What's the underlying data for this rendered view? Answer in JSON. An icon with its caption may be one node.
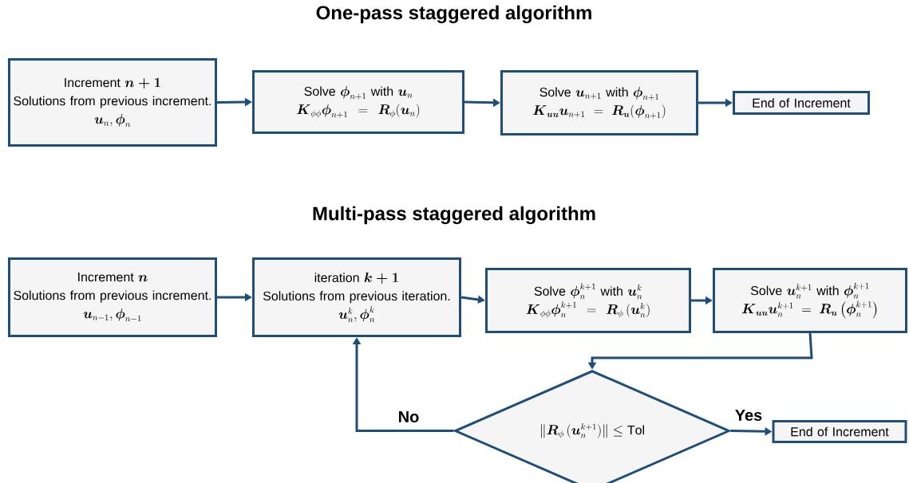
{
  "diagram": {
    "title": "One-pass staggered algorithm",
    "nodes": [
      {
        "text": [
          "\\text{Increment }\\boldsymbol{n+1}",
          "Solutions from previous increment.",
          "\\boldsymbol{u}_n, \\boldsymbol{\\phi}_n"
        ]
      },
      {
        "text": [
          "\\text{Solve }\\boldsymbol{\\phi}_{n+1}\\text{ with }\\boldsymbol{u}_n",
          "\\boldsymbol{K}_{\\phi\\phi}\\boldsymbol{\\phi}_{n+1}=\\boldsymbol{R}_{\\phi}(\\boldsymbol{u}_n)"
        ]
      },
      {
        "text": [
          "\\text{Solve }\\boldsymbol{u}_{n+1}\\text{ with }\\boldsymbol{\\phi}_{n+1}",
          "\\boldsymbol{K}_{\\boldsymbol{uu}}\\boldsymbol{u}_{n+1}=\\boldsymbol{R}_{\\boldsymbol{u}}(\\boldsymbol{\\phi}_{n+1})"
        ]
      },
      {
        "text": [
          "End of Increment"
        ]
      },
      {
        "text": [
          "\\text{Increment }\\boldsymbol{n}",
          "Solutions from previous increment.",
          "\\boldsymbol{u}_{n-1}, \\boldsymbol{\\phi}_{n-1}"
        ]
      },
      {
        "text": [
          "\\text{iteration }\\boldsymbol{k+1}",
          "Solutions from previous iteration.",
          "\\boldsymbol{u}_n^k, \\boldsymbol{\\phi}_n^k"
        ]
      },
      {
        "text": [
          "\\text{Solve }\\boldsymbol{\\phi}_n^{k+1}\\text{ with }\\boldsymbol{u}_n^k",
          "\\boldsymbol{K}_{\\phi\\phi}\\boldsymbol{\\phi}_n^{k+1}=\\boldsymbol{R}_{\\phi}\\left(\\boldsymbol{u}_n^k\\right)"
        ]
      },
      {
        "text": [
          "\\text{Solve }\\boldsymbol{u}_n^{k+1}\\text{ with }\\boldsymbol{\\phi}_n^{k+1}",
          "\\boldsymbol{K}_{\\boldsymbol{uu}}\\boldsymbol{u}_n^{k+1}=\\boldsymbol{R}_{\\boldsymbol{u}}\\left(\\boldsymbol{\\phi}_n^{k+1}\\right)"
        ]
      },
      {
        "text": [
          "\\left\\|\\boldsymbol{R}_{\\phi}\\left(\\boldsymbol{u}_n^{k+1}\\right)\\right\\|\\leq\\mathrm{Tol}"
        ]
      },
      {
        "text": [
          "End of Increment"
        ]
      }
    ],
    "edges": [
      {
        "from": 0,
        "to": 1,
        "arrow": "to"
      },
      {
        "from": 1,
        "to": 2,
        "arrow": "to"
      },
      {
        "from": 2,
        "to": 3,
        "arrow": "to"
      },
      {
        "from": 4,
        "to": 5,
        "arrow": "to"
      },
      {
        "from": 5,
        "to": 6,
        "arrow": "to"
      },
      {
        "from": 6,
        "to": 7,
        "arrow": "to"
      },
      {
        "from": 7,
        "to": 8,
        "arrow": "to"
      },
      {
        "from": 8,
        "to": 5,
        "arrow": "to",
        "label": "No"
      },
      {
        "from": 8,
        "to": 9,
        "arrow": "to",
        "label": "Yes"
      }
    ],
    "labels": [
      "Multi-pass staggered algorithm"
    ]
  }
}
